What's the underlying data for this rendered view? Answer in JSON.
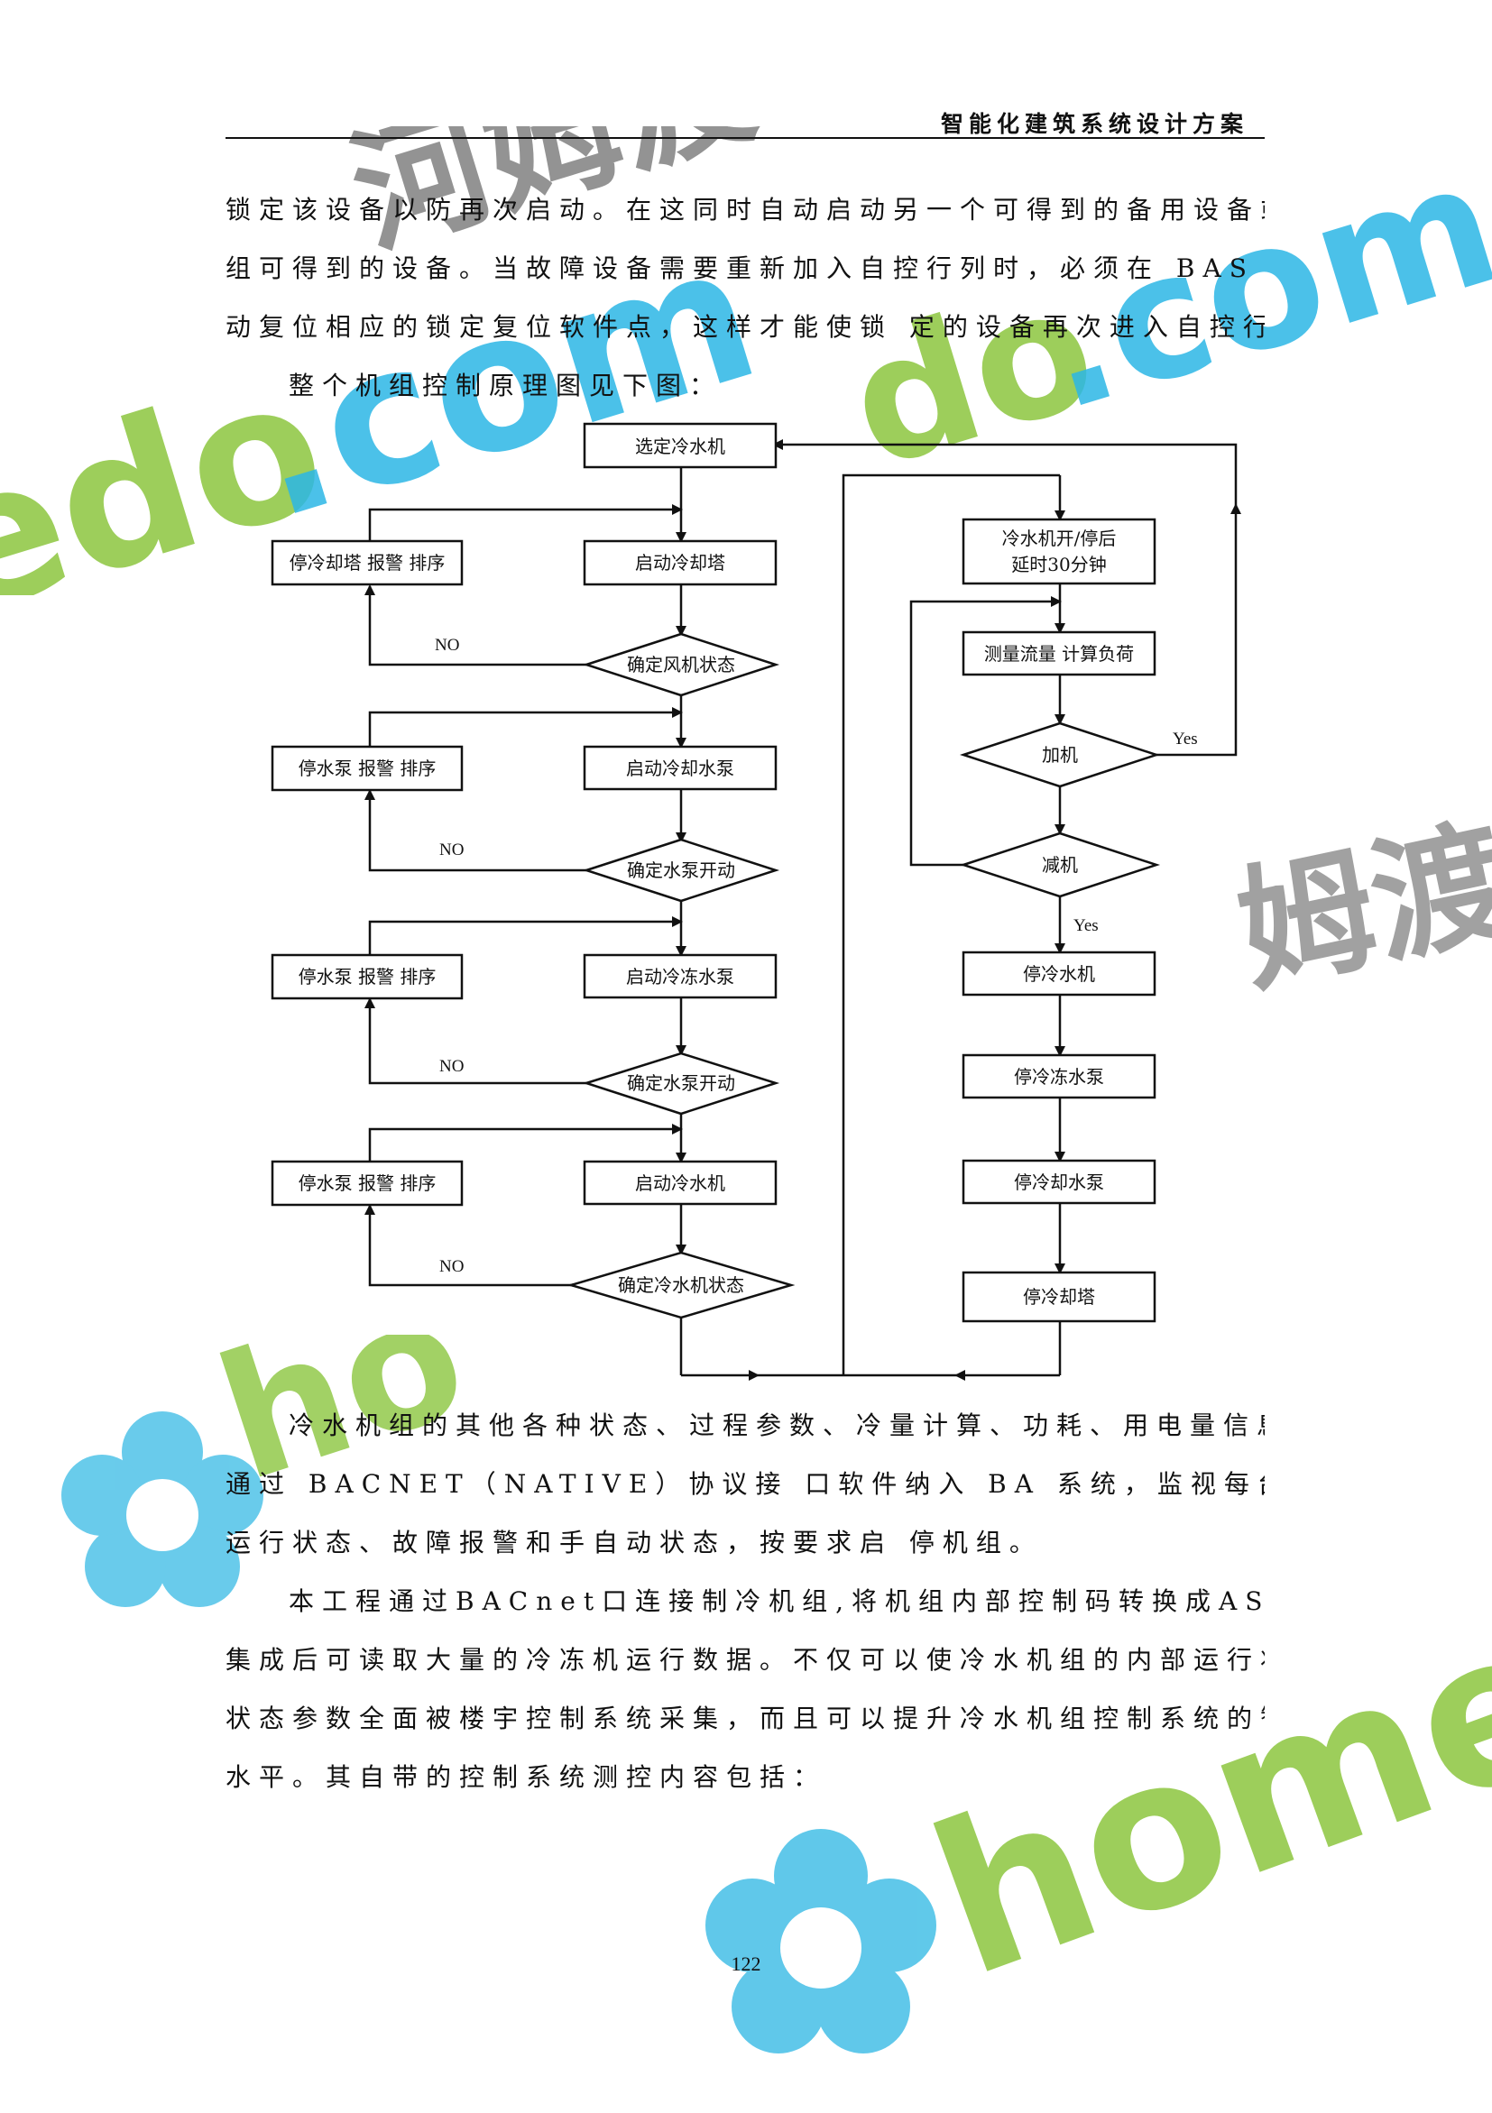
{
  "header": {
    "title": "智能化建筑系统设计方案"
  },
  "paragraphs": {
    "p1": [
      "锁定该设备以防再次启动。在这同时自动启动另一个可得到的备用设备或一",
      "组可得到的设备。当故障设备需要重新加入自控行列时，必须在 BAS 终端手",
      "动复位相应的锁定复位软件点，这样才能使锁 定的设备再次进入自控行列。"
    ],
    "intro": "整个机组控制原理图见下图：",
    "p2": [
      "冷水机组的其他各种状态、过程参数、冷量计算、功耗、用电量信息等",
      "通过 BACNET（NATIVE）协议接 口软件纳入 BA 系统，监视每台冷水机组的",
      "运行状态、故障报警和手自动状态，按要求启 停机组。"
    ],
    "p3": [
      "本工程通过BACnet口连接制冷机组,将机组内部控制码转换成ASCII码。",
      "集成后可读取大量的冷冻机运行数据。不仅可以使冷水机组的内部运行状态",
      "状态参数全面被楼宇控制系统采集，而且可以提升冷水机组控制系统的智能",
      "水平。其自带的控制系统测控内容包括："
    ]
  },
  "flowchart": {
    "left": {
      "select": "选定冷水机",
      "start_tower": "启动冷却塔",
      "check_fan": "确定风机状态",
      "stop_tower_alarm": "停冷却塔 报警 排序",
      "start_cooling_pump": "启动冷却水泵",
      "check_pump_1": "确定水泵开动",
      "stop_pump_alarm_1": "停水泵 报警 排序",
      "start_chilled_pump": "启动冷冻水泵",
      "check_pump_2": "确定水泵开动",
      "stop_pump_alarm_2": "停水泵 报警 排序",
      "start_chiller": "启动冷水机",
      "check_chiller": "确定冷水机状态",
      "stop_pump_alarm_3": "停水泵 报警 排序",
      "no": "NO"
    },
    "right": {
      "delay_1": "冷水机开/停后",
      "delay_2": "延时30分钟",
      "measure": "测量流量 计算负荷",
      "add": "加机",
      "reduce": "减机",
      "yes": "Yes",
      "stop_chiller": "停冷水机",
      "stop_chilled_pump": "停冷冻水泵",
      "stop_cooling_pump": "停冷却水泵",
      "stop_tower": "停冷却塔"
    }
  },
  "page_number": "122",
  "watermark": {
    "brand": "homedo",
    "domain": ".com",
    "chinese": "河姆渡",
    "colors": {
      "green": "#8cc63f",
      "cyan": "#2cb7e6",
      "gray": "#bbbbbb"
    }
  }
}
